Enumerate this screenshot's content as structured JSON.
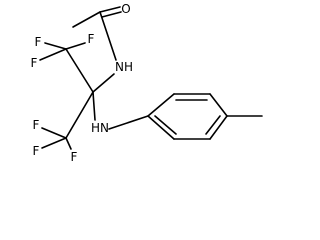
{
  "structure": {
    "atoms": {
      "o": "O",
      "nh_amide": "NH",
      "nh_amine": "HN",
      "f_1": "F",
      "f_2": "F",
      "f_3": "F",
      "f_4": "F",
      "f_5": "F",
      "f_6": "F"
    },
    "colors": {
      "ink": "#000000",
      "background": "#ffffff"
    }
  }
}
